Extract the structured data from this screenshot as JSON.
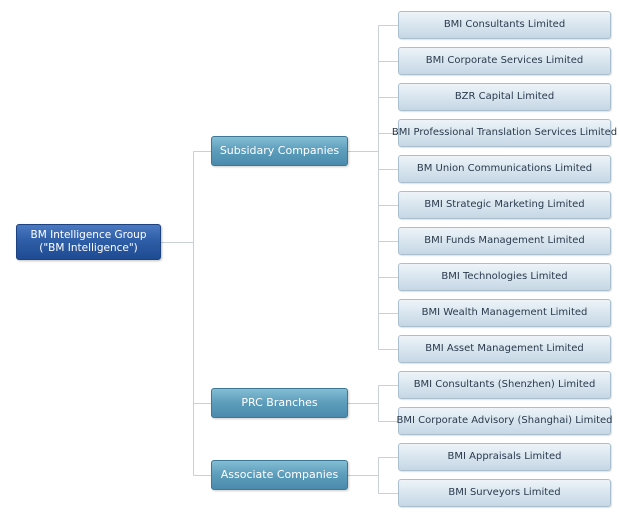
{
  "root": {
    "line1": "BM Intelligence Group",
    "line2": "(\"BM Intelligence\")"
  },
  "categories": [
    {
      "label": "Subsidary Companies",
      "children": [
        "BMI Consultants Limited",
        "BMI Corporate Services Limited",
        "BZR Capital Limited",
        "BMI Professional Translation Services Limited",
        "BM Union Communications Limited",
        "BMI Strategic Marketing Limited",
        "BMI Funds Management Limited",
        "BMI Technologies Limited",
        "BMI Wealth Management Limited",
        "BMI Asset Management Limited"
      ]
    },
    {
      "label": "PRC Branches",
      "children": [
        "BMI Consultants (Shenzhen) Limited",
        "BMI Corporate Advisory (Shanghai) Limited"
      ]
    },
    {
      "label": "Associate Companies",
      "children": [
        "BMI Appraisals Limited",
        "BMI Surveyors Limited"
      ]
    }
  ],
  "colors": {
    "connector": "#c9d0d6"
  }
}
